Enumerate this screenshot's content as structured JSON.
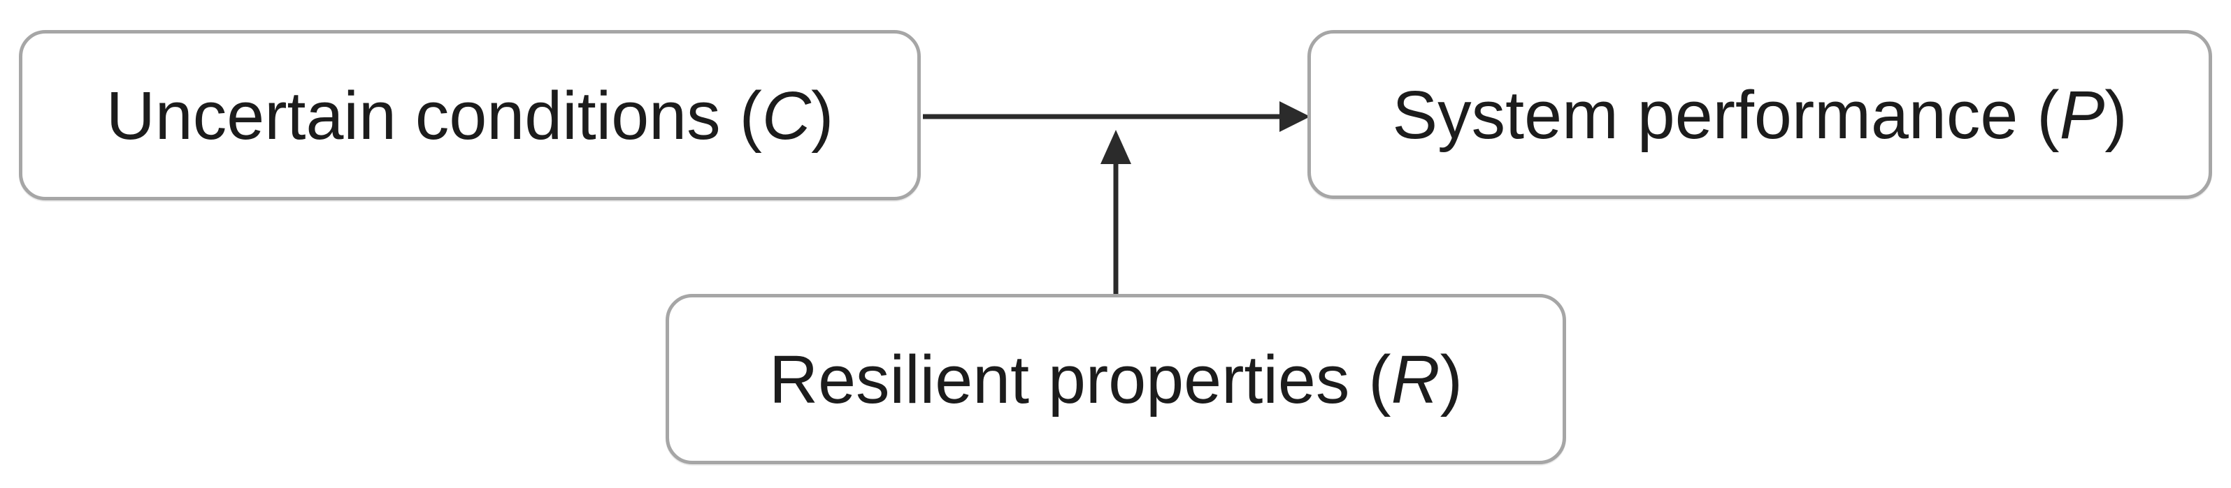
{
  "figure": {
    "background": "#ffffff",
    "nodes": {
      "uncertain_conditions": {
        "prefix": "Uncertain conditions (",
        "symbol": "C",
        "suffix": ")"
      },
      "system_performance": {
        "prefix": "System performance (",
        "symbol": "P",
        "suffix": ")"
      },
      "resilient_properties": {
        "prefix": "Resilient properties (",
        "symbol": "R",
        "suffix": ")"
      }
    },
    "edges": [
      {
        "from": "uncertain_conditions",
        "to": "system_performance"
      },
      {
        "from": "resilient_properties",
        "to": "arrow_uncertain_conditions_to_system_performance"
      }
    ],
    "colors": {
      "box_border": "#a6a6a6",
      "box_fill": "#ffffff",
      "arrow": "#2b2b2b",
      "text": "#1c1c1c"
    }
  }
}
